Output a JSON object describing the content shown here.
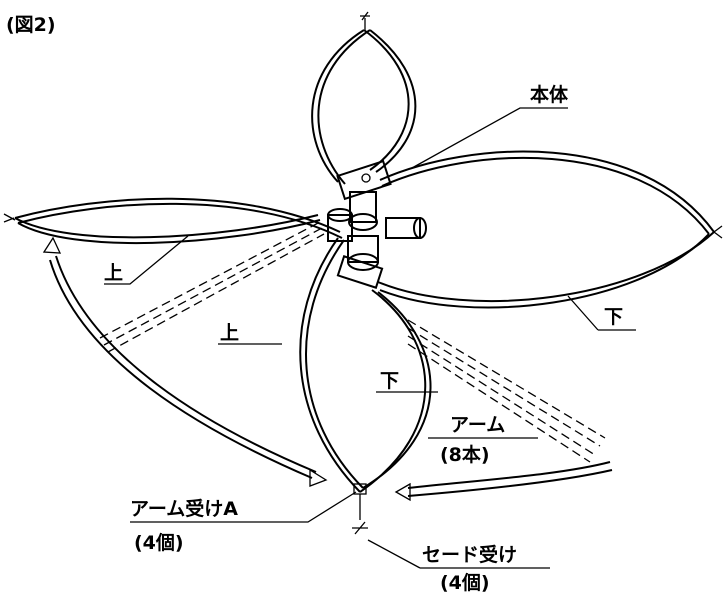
{
  "figure_label": "(図2)",
  "labels": {
    "body": "本体",
    "upper_left": "上",
    "upper_center": "上",
    "lower_center": "下",
    "lower_right": "下",
    "arm": "アーム",
    "arm_count": "(8本)",
    "arm_holder": "アーム受けA",
    "arm_holder_count": "(4個)",
    "shade_holder": "セード受け",
    "shade_holder_count": "(4個)"
  }
}
